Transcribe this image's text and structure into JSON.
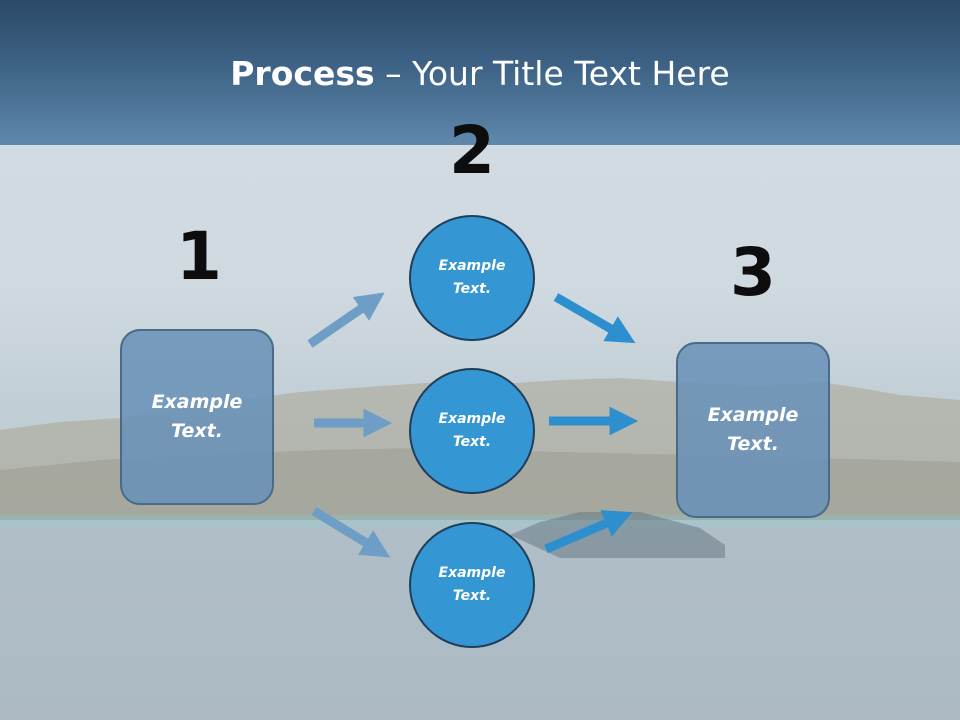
{
  "title": {
    "bold": "Process",
    "rest": " – Your Title Text Here"
  },
  "steps": {
    "one": {
      "number": "1",
      "text": "Example Text."
    },
    "two": {
      "number": "2",
      "items": [
        "Example Text.",
        "Example Text.",
        "Example Text."
      ]
    },
    "three": {
      "number": "3",
      "text": "Example Text."
    }
  },
  "colors": {
    "header_dark": "#2c4966",
    "header_light": "#5f88ab",
    "box_fill": "#6790b7",
    "circle_fill": "#3496d2",
    "arrow_light": "#6e9dc6",
    "arrow_bright": "#2e8fcf"
  }
}
